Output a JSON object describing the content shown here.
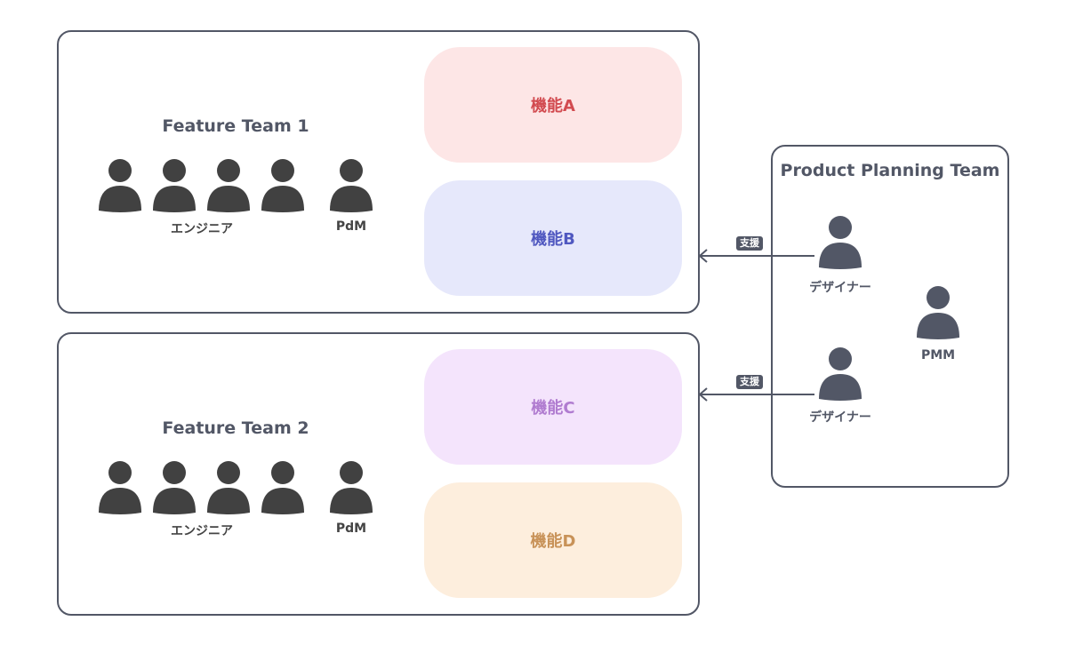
{
  "teams": [
    {
      "title": "Feature Team 1",
      "engineers_label": "エンジニア",
      "pdm_label": "PdM",
      "features": [
        {
          "label": "機能A",
          "bg": "#fde6e6",
          "fg": "#d24b50"
        },
        {
          "label": "機能B",
          "bg": "#e6e8fb",
          "fg": "#5058c0"
        }
      ]
    },
    {
      "title": "Feature Team 2",
      "engineers_label": "エンジニア",
      "pdm_label": "PdM",
      "features": [
        {
          "label": "機能C",
          "bg": "#f4e4fc",
          "fg": "#b07cd0"
        },
        {
          "label": "機能D",
          "bg": "#fdeedd",
          "fg": "#c89258"
        }
      ]
    }
  ],
  "planning": {
    "title": "Product Planning Team",
    "designer1_label": "デザイナー",
    "designer2_label": "デザイナー",
    "pmm_label": "PMM"
  },
  "arrows": [
    {
      "label": "支援"
    },
    {
      "label": "支援"
    }
  ],
  "colors": {
    "border": "#525766",
    "person_dark": "#414141",
    "person_slate": "#525766"
  }
}
